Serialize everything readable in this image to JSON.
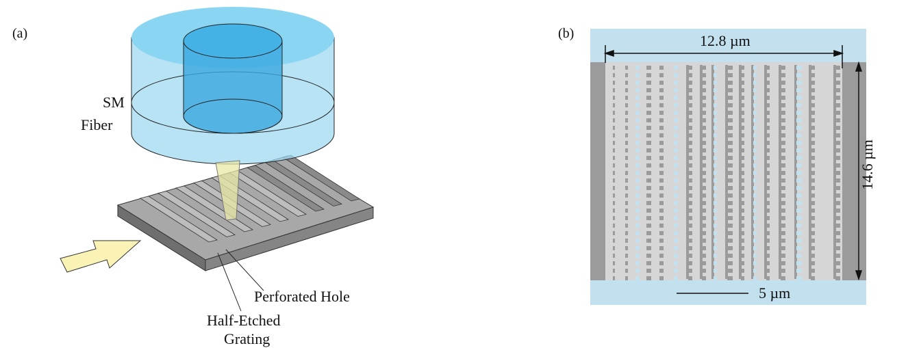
{
  "panel_a": {
    "label": "(a)",
    "fiber_label_line1": "SM",
    "fiber_label_line2": "Fiber",
    "hole_label": "Perforated Hole",
    "grating_label_line1": "Half-Etched",
    "grating_label_line2": "Grating"
  },
  "panel_b": {
    "label": "(b)",
    "width_dimension": "12.8 µm",
    "height_dimension": "14.6 µm",
    "scale_bar": "5 µm"
  },
  "colors": {
    "cladding": "#c2e0ee",
    "silicon": "#9b9b9b",
    "etched": "#d6d6d6",
    "fiber": "#7fd3f0",
    "core": "#3aa8e0",
    "arrow": "#fbf3b6"
  }
}
